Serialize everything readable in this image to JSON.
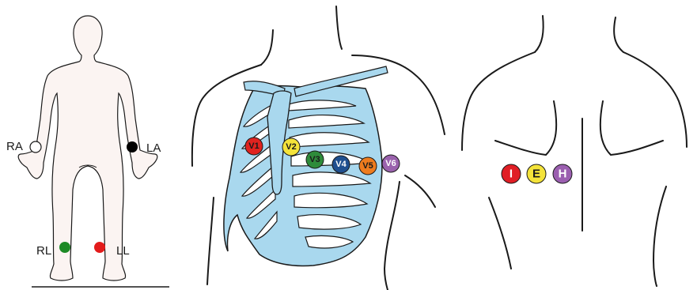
{
  "colors": {
    "skin": "#fbf4f2",
    "ribcage": "#a9d8ee",
    "outline": "#1a1a1a",
    "white": "#ffffff",
    "black": "#000000",
    "green": "#1d8a26",
    "red": "#e31b1b",
    "v1": "#e0231f",
    "v2": "#f4e33a",
    "v3": "#2e8b3a",
    "v4": "#1f4f8f",
    "v5": "#ee7c1e",
    "v6": "#9a62ad",
    "I": "#e01e25",
    "E": "#f4e33a",
    "H": "#9b5fb0"
  },
  "limb_leads": [
    {
      "id": "ra",
      "label": "RA",
      "color_key": "white"
    },
    {
      "id": "la",
      "label": "LA",
      "color_key": "black"
    },
    {
      "id": "rl",
      "label": "RL",
      "color_key": "green"
    },
    {
      "id": "ll",
      "label": "LL",
      "color_key": "red"
    }
  ],
  "chest_leads": [
    {
      "id": "v1",
      "label": "V1",
      "text_color": "#1a1a1a"
    },
    {
      "id": "v2",
      "label": "V2",
      "text_color": "#1a1a1a"
    },
    {
      "id": "v3",
      "label": "V3",
      "text_color": "#1a1a1a"
    },
    {
      "id": "v4",
      "label": "V4",
      "text_color": "#ffffff"
    },
    {
      "id": "v5",
      "label": "V5",
      "text_color": "#1a1a1a"
    },
    {
      "id": "v6",
      "label": "V6",
      "text_color": "#ffffff"
    }
  ],
  "back_leads": [
    {
      "id": "I",
      "label": "I",
      "text_color": "#ffffff"
    },
    {
      "id": "E",
      "label": "E",
      "text_color": "#1a1a1a"
    },
    {
      "id": "H",
      "label": "H",
      "text_color": "#ffffff"
    }
  ]
}
